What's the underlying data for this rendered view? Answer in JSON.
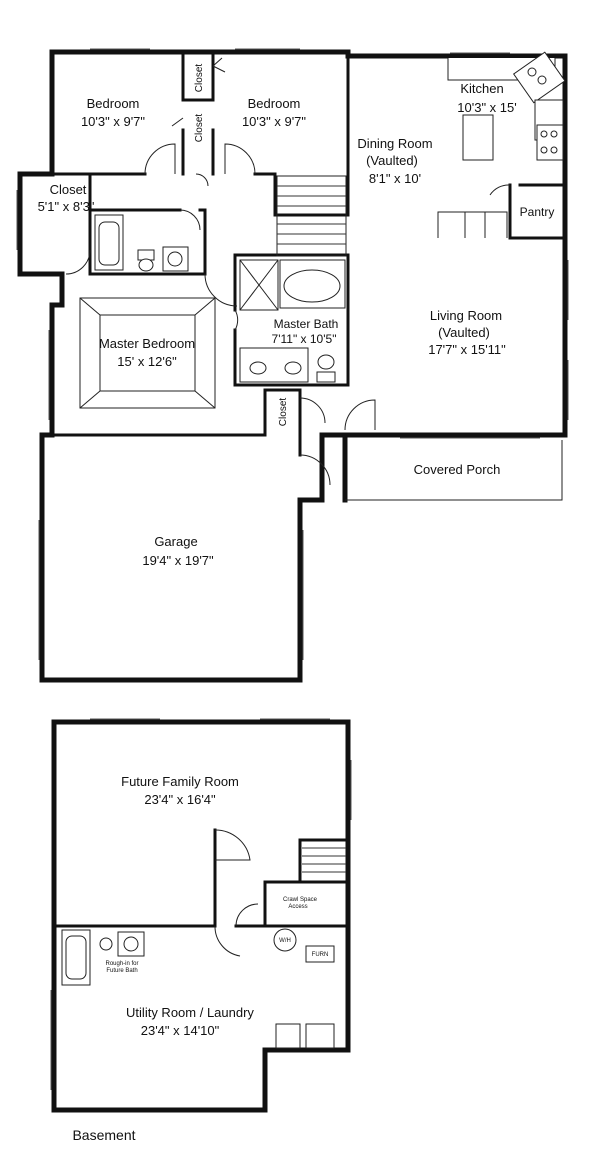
{
  "main_floor": {
    "bedroom_1": {
      "name": "Bedroom",
      "size": "10'3\" x 9'7\""
    },
    "bedroom_2": {
      "name": "Bedroom",
      "size": "10'3\" x 9'7\""
    },
    "closet_top_1": "Closet",
    "closet_top_2": "Closet",
    "kitchen": {
      "name": "Kitchen",
      "size": "10'3\" x 15'"
    },
    "dining_room": {
      "name": "Dining Room",
      "note": "(Vaulted)",
      "size": "8'1\" x 10'"
    },
    "closet_left": {
      "name": "Closet",
      "size": "5'1\" x 8'3\""
    },
    "pantry": "Pantry",
    "master_bedroom": {
      "name": "Master Bedroom",
      "size": "15' x 12'6\""
    },
    "master_bath": {
      "name": "Master Bath",
      "size": "7'11\" x 10'5\""
    },
    "living_room": {
      "name": "Living Room",
      "note": "(Vaulted)",
      "size": "17'7\" x 15'11\""
    },
    "closet_hall": "Closet",
    "covered_porch": "Covered Porch",
    "garage": {
      "name": "Garage",
      "size": "19'4\" x 19'7\""
    }
  },
  "basement": {
    "title": "Basement",
    "family_room": {
      "name": "Future Family Room",
      "size": "23'4\" x 16'4\""
    },
    "crawl_space_line1": "Crawl Space",
    "crawl_space_line2": "Access",
    "rough_in_line1": "Rough-in for",
    "rough_in_line2": "Future Bath",
    "water_heater": "W/H",
    "furnace": "FURN",
    "utility_room": {
      "name": "Utility Room / Laundry",
      "size": "23'4\" x 14'10\""
    }
  }
}
